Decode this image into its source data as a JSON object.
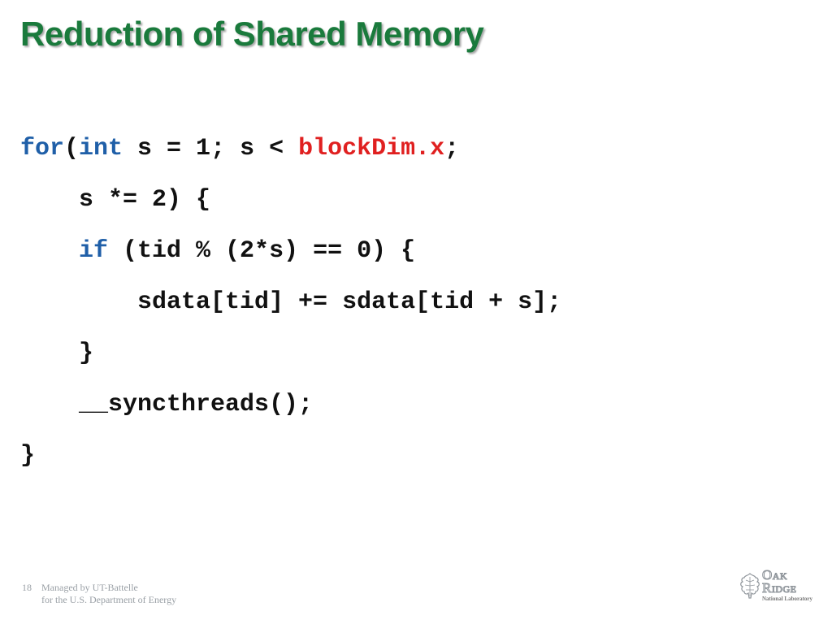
{
  "slide": {
    "title": "Reduction of Shared Memory",
    "code_lines": [
      [
        {
          "t": "for",
          "c": "kw"
        },
        {
          "t": "(",
          "c": "plain"
        },
        {
          "t": "int",
          "c": "kw"
        },
        {
          "t": " s = 1; s < ",
          "c": "plain"
        },
        {
          "t": "blockDim.x",
          "c": "hl"
        },
        {
          "t": ";",
          "c": "plain"
        }
      ],
      [
        {
          "t": "    s *= 2) {",
          "c": "plain"
        }
      ],
      [
        {
          "t": "    ",
          "c": "plain"
        },
        {
          "t": "if",
          "c": "kw"
        },
        {
          "t": " (tid % (2*s) == 0) {",
          "c": "plain"
        }
      ],
      [
        {
          "t": "        sdata[tid] += sdata[tid + s];",
          "c": "plain"
        }
      ],
      [
        {
          "t": "    }",
          "c": "plain"
        }
      ],
      [
        {
          "t": "    __syncthreads();",
          "c": "plain"
        }
      ],
      [
        {
          "t": "}",
          "c": "plain"
        }
      ]
    ],
    "colors": {
      "title": "#1a7a3c",
      "keyword": "#1f5fa8",
      "highlight": "#e02020",
      "code": "#111111",
      "footer": "#9aa0a6"
    }
  },
  "footer": {
    "page_number": "18",
    "managed_line1": "Managed by UT-Battelle",
    "managed_line2": "for the U.S. Department of Energy"
  },
  "logo": {
    "line1": "Oak",
    "line2": "Ridge",
    "line3": "National Laboratory",
    "icon": "oak-leaf-icon"
  }
}
